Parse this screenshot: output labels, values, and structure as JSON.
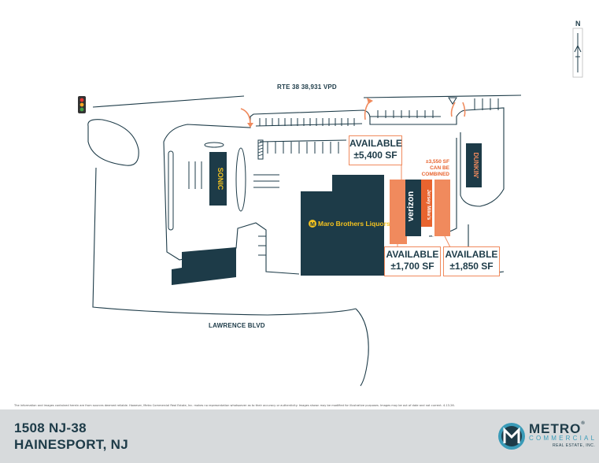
{
  "roads": {
    "rte38": "RTE 38 38,931 VPD",
    "lawrence": "LAWRENCE BLVD"
  },
  "compass": {
    "label": "N"
  },
  "tenants": {
    "sonic": "SONIC",
    "maro": "Maro Brothers Liquors",
    "maro_logo_letter": "M",
    "verizon": "verizon",
    "jersey_mikes": "Jersey Mike's",
    "dunkin": "DUNKIN'"
  },
  "spaces": {
    "a": {
      "line1": "AVAILABLE",
      "line2": "±5,400 SF"
    },
    "b": {
      "line1": "AVAILABLE",
      "line2": "±1,700 SF"
    },
    "c": {
      "line1": "AVAILABLE",
      "line2": "±1,850 SF"
    },
    "combined": {
      "line1": "±3,550 SF",
      "line2": "CAN BE COMBINED"
    }
  },
  "disclaimer": "The information and images contained herein are from sources deemed reliable. However, Metro Commercial Real Estate, Inc. makes no representation whatsoever as to their accuracy or authenticity. Images shown may be modified for illustrative purposes. Images may be out of date and not current. 4.13.26.",
  "footer": {
    "address_line1": "1508 NJ-38",
    "address_line2": "HAINESPORT, NJ",
    "logo_metro": "METRO",
    "logo_registered": "®",
    "logo_commercial": "COMMERCIAL",
    "logo_rei": "REAL ESTATE, INC."
  },
  "colors": {
    "navy": "#1d3b48",
    "orange": "#f08a5d",
    "orange_dark": "#e8642f",
    "footer_bg": "#d7dadc",
    "accent_teal": "#3a9bb8"
  }
}
